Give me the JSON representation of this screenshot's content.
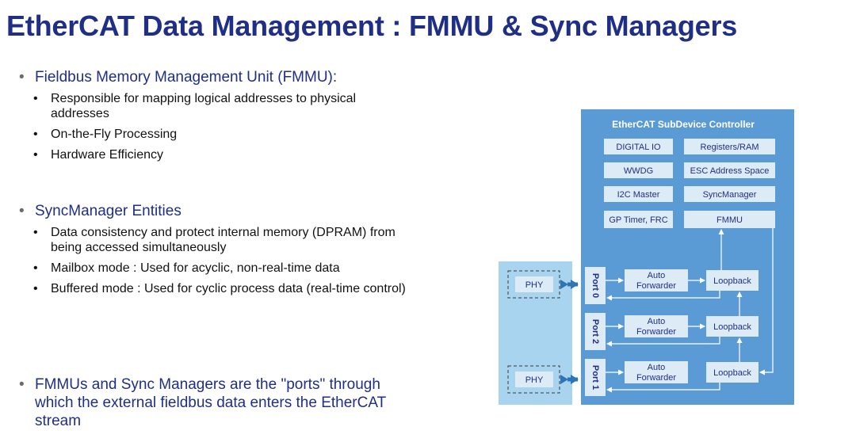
{
  "title": "EtherCAT Data Management : FMMU & Sync Managers",
  "fmmu": {
    "heading": "Fieldbus Memory Management Unit (FMMU):",
    "items": [
      "Responsible for mapping logical addresses to physical addresses",
      "On-the-Fly Processing",
      "Hardware Efficiency"
    ]
  },
  "sync": {
    "heading": "SyncManager Entities",
    "items": [
      "Data consistency and protect internal memory (DPRAM) from being accessed simultaneously",
      "Mailbox mode : Used for acyclic, non-real-time data",
      "Buffered mode : Used for cyclic process data (real-time control)"
    ]
  },
  "closing": "FMMUs and Sync Managers are the \"ports\" through which the external fieldbus data enters the EtherCAT stream",
  "diagram": {
    "controller_title": "EtherCAT SubDevice Controller",
    "blocks": [
      "DIGITAL IO",
      "Registers/RAM",
      "WWDG",
      "ESC Address Space",
      "I2C Master",
      "SyncManager",
      "GP Timer, FRC",
      "FMMU"
    ],
    "phy": [
      "PHY",
      "PHY"
    ],
    "ports": [
      "Port 0",
      "Port 2",
      "Port 1"
    ],
    "auto_forwarder": [
      "Auto",
      "Forwarder"
    ],
    "loopback": "Loopback",
    "colors": {
      "controller": "#5b9bd5",
      "phy_panel": "#a9d4f0",
      "block": "#ddebf7",
      "arrow": "#ffffff",
      "title_text": "#1f2f86"
    }
  }
}
